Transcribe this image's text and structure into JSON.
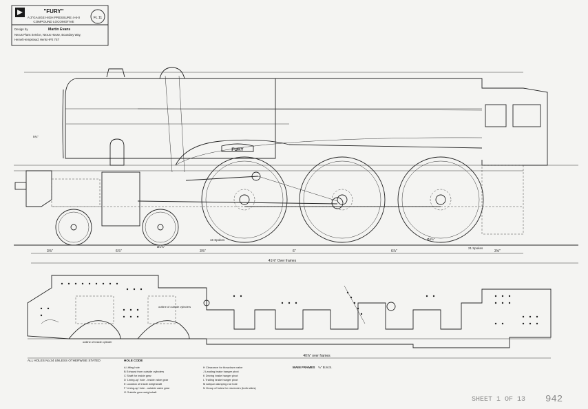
{
  "title_block": {
    "title": "\"FURY\"",
    "subtitle_line1": "A 3\"GAUGE HIGH PRESSURE 4-6-0",
    "subtitle_line2": "COMPOUND LOCOMOTIVE",
    "stamp": "FL 11",
    "design_label": "Design by",
    "designer": "Martin Evans",
    "address_line1": "Nexus Plans Service, Nexus House, Boundary Way,",
    "address_line2": "Hemel Hempstead, Herts HP2 7ST"
  },
  "nameplate": "FURY",
  "dimensions": {
    "wheel_spokes_front": "16 Spokes",
    "wheel_spokes_rear": "21 Spokes",
    "over_frames_top": "41⅛\" Over frames",
    "over_frames_bottom": "40⅞\" over frames",
    "dims_top_row": [
      "3⅝\"",
      "6⅞\"",
      "3⅜\"",
      "6\"",
      "6⅞\"",
      "3⅝\""
    ],
    "dim_bogie_wheel": "Ø1⅝\"",
    "dim_driver": "Ø4⅛\"",
    "dim_height": "5¾\""
  },
  "notes": {
    "holes_note": "ALL HOLES No.34 UNLESS OTHERWISE STATED",
    "hole_code_title": "HOLE CODE",
    "hole_code_left": [
      "A  Lifting hole",
      "B  Exhaust from outside cylinders",
      "C  Shaft for inside gear",
      "D  'Lining-up' hole - inside valve gear",
      "E  Location of inside weighshaft",
      "F  'Lining-up' hole - outside valve gear",
      "G  Outside gear weighshaft"
    ],
    "hole_code_right": [
      "H  Clearance for blowdown valve",
      "J  Leading brake hanger pivot",
      "K  Driving brake hanger pivot",
      "L  Trailing brake hanger pivot",
      "M  Ashpan damping rod hole",
      "N  Group of holes for reservoirs (both sides)"
    ],
    "main_frames_label": "MAIN FRAMES",
    "main_frames_spec": "⅛\" B.M.S.",
    "outline_outside": "outline of outside cylinders",
    "outline_inside": "outline of inside cylinder"
  },
  "sheet": {
    "label": "SHEET 1 OF 13",
    "number": "942"
  }
}
